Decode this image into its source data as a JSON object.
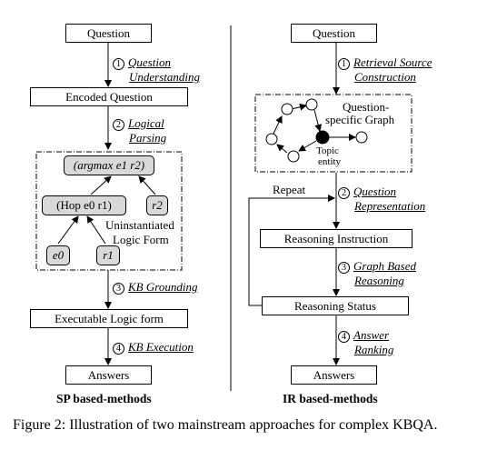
{
  "left": {
    "question": "Question",
    "step1_num": "1",
    "step1_line1": "Question",
    "step1_line2": "Understanding",
    "encoded_question": "Encoded Question",
    "step2_num": "2",
    "step2_line1": "Logical",
    "step2_line2": "Parsing",
    "node_argmax": "(argmax e1 r2)",
    "node_hop": "(Hop e0 r1)",
    "node_r2": "r2",
    "node_e0": "e0",
    "node_r1": "r1",
    "uninstantiated_line1": "Uninstantiated",
    "uninstantiated_line2": "Logic Form",
    "step3_num": "3",
    "step3_label": "KB Grounding",
    "executable": "Executable Logic form",
    "step4_num": "4",
    "step4_label": "KB Execution",
    "answers": "Answers",
    "section_title": "SP based-methods"
  },
  "right": {
    "question": "Question",
    "step1_num": "1",
    "step1_line1": "Retrieval Source",
    "step1_line2": "Construction",
    "graph_label_line1": "Question-",
    "graph_label_line2": "specific Graph",
    "topic_line1": "Topic",
    "topic_line2": "entity",
    "repeat": "Repeat",
    "step2_num": "2",
    "step2_line1": "Question",
    "step2_line2": "Representation",
    "reasoning_instruction": "Reasoning Instruction",
    "step3_num": "3",
    "step3_line1": "Graph Based",
    "step3_line2": "Reasoning",
    "reasoning_status": "Reasoning Status",
    "step4_num": "4",
    "step4_line1": "Answer",
    "step4_line2": "Ranking",
    "answers": "Answers",
    "section_title": "IR based-methods"
  },
  "caption": "Figure 2: Illustration of two mainstream approaches for complex KBQA."
}
